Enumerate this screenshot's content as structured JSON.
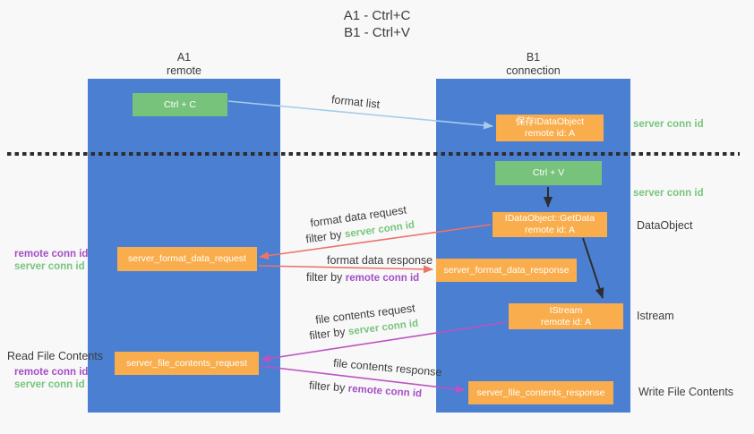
{
  "title": {
    "line1": "A1 - Ctrl+C",
    "line2": "B1 - Ctrl+V"
  },
  "lanes": {
    "a1": {
      "name": "A1",
      "subtitle": "remote"
    },
    "b1": {
      "name": "B1",
      "subtitle": "connection"
    }
  },
  "nodes": {
    "ctrl_c": {
      "label": "Ctrl + C"
    },
    "ctrl_v": {
      "label": "Ctrl + V"
    },
    "save_idataobject": {
      "line1": "保存IDataObject",
      "line2": "remote id: A"
    },
    "idataobject_getdata": {
      "line1": "IDataObject::GetData",
      "line2": "remote id: A"
    },
    "istream": {
      "line1": "IStream",
      "line2": "remote id: A"
    },
    "server_format_data_request": {
      "label": "server_format_data_request"
    },
    "server_format_data_response": {
      "label": "server_format_data_response"
    },
    "server_file_contents_request": {
      "label": "server_file_contents_request"
    },
    "server_file_contents_response": {
      "label": "server_file_contents_response"
    }
  },
  "edges": {
    "format_list": {
      "label": "format list"
    },
    "format_data_request": {
      "label": "format data request",
      "filter_prefix": "filter by",
      "filter_key": "server conn id"
    },
    "format_data_response": {
      "label": "format data response",
      "filter_prefix": "filter by",
      "filter_key": "remote conn id"
    },
    "file_contents_request": {
      "label": "file contents request",
      "filter_prefix": "filter by",
      "filter_key": "server conn id"
    },
    "file_contents_response": {
      "label": "file contents response",
      "filter_prefix": "filter by",
      "filter_key": "remote conn id"
    }
  },
  "annotations": {
    "right_server_conn_id_1": "server conn id",
    "right_server_conn_id_2": "server conn id",
    "dataobject": "DataObject",
    "istream": "Istream",
    "write_file_contents": "Write File Contents",
    "read_file_contents": "Read File Contents",
    "left_remote_conn_id_1": "remote conn id",
    "left_server_conn_id_1": "server conn id",
    "left_remote_conn_id_2": "remote conn id",
    "left_server_conn_id_2": "server conn id"
  },
  "colors": {
    "background": "#f8f8f8",
    "lane_blue": "#4a7fd2",
    "green_box": "#78c37c",
    "orange_box": "#f9ad4c",
    "box_text": "#ffffff",
    "text_dark": "#3c3c3c",
    "green_text": "#77c57c",
    "purple_text": "#a44fc6",
    "red_arrow": "#e9756b",
    "magenta_arrow": "#bc53c3",
    "light_blue_arrow": "#a5cdea",
    "black_arrow": "#2d2d2d"
  }
}
